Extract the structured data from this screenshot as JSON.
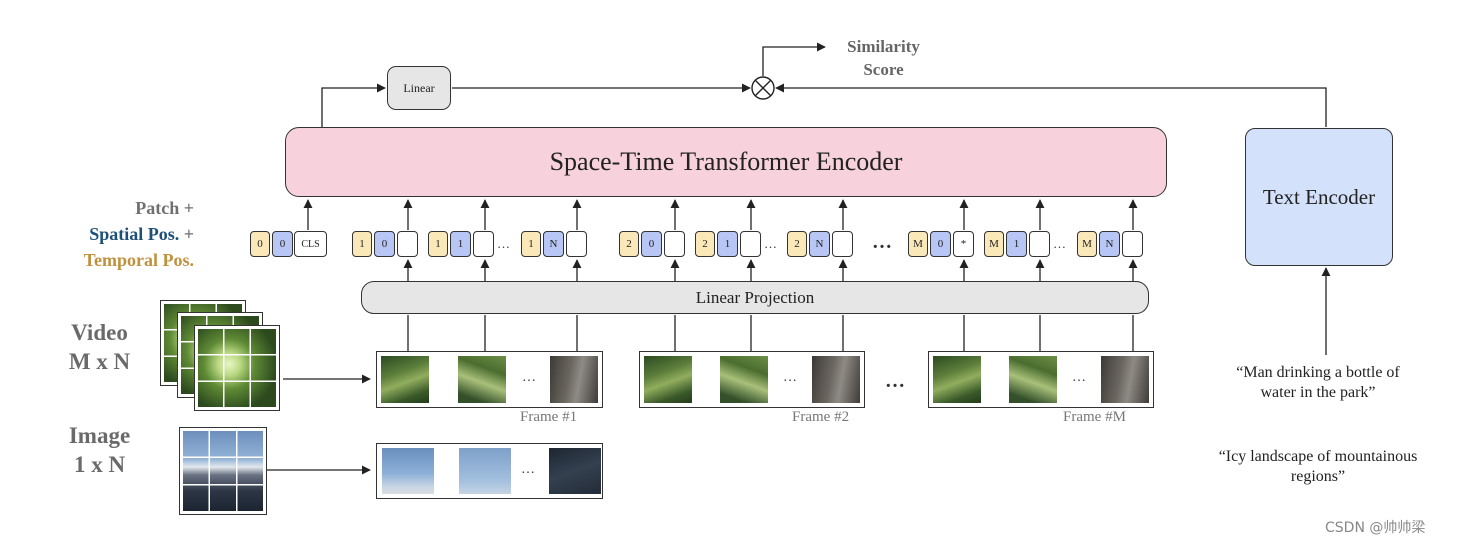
{
  "encoder": {
    "label": "Space-Time Transformer Encoder"
  },
  "text_encoder": {
    "label": "Text Encoder"
  },
  "linear_head": {
    "label": "Linear"
  },
  "linear_projection": {
    "label": "Linear Projection"
  },
  "similarity": {
    "line1": "Similarity",
    "line2": "Score"
  },
  "legend": {
    "patch": "Patch",
    "spatial": "Spatial Pos.",
    "temporal": "Temporal Pos.",
    "plus": "+"
  },
  "video_input": {
    "line1": "Video",
    "line2": "M x N"
  },
  "image_input": {
    "line1": "Image",
    "line2": "1 x N"
  },
  "frames": {
    "frame1": "Frame #1",
    "frame2": "Frame #2",
    "frameM": "Frame #M"
  },
  "captions": {
    "video_caption": "“Man drinking a bottle of water in the park”",
    "image_caption": "“Icy landscape of mountainous regions”"
  },
  "tokens": {
    "cls_temporal": "0",
    "cls_spatial": "0",
    "cls_label": "CLS",
    "g1": {
      "t1": "1",
      "s1": "0",
      "t2": "1",
      "s2": "1",
      "t3": "1",
      "s3": "N"
    },
    "g2": {
      "t1": "2",
      "s1": "0",
      "t2": "2",
      "s2": "1",
      "t3": "2",
      "s3": "N"
    },
    "gM": {
      "t1": "M",
      "s1": "0",
      "mark": "*",
      "t2": "M",
      "s2": "1",
      "t3": "M",
      "s3": "N"
    }
  },
  "ellipsis": "…",
  "big_ellipsis": "…",
  "watermark": "CSDN @帅帅梁",
  "colors": {
    "encoder_fill": "#f7d2dc",
    "text_encoder_fill": "#d4e1fb",
    "temporal_token": "#fbe8b9",
    "spatial_token": "#b7c6f4",
    "projection_fill": "#e6e6e6",
    "legend_spatial": "#1d4f79",
    "legend_temporal": "#c0913e"
  }
}
